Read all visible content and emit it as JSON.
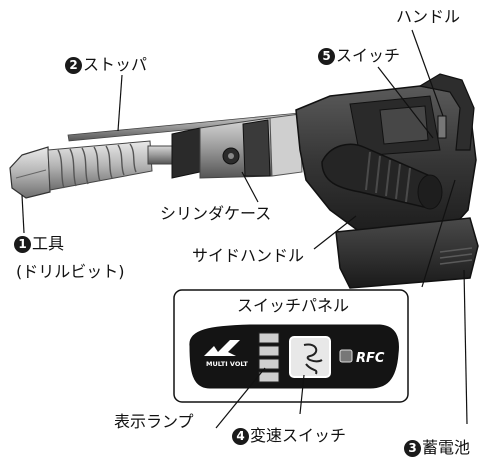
{
  "labels": {
    "handle": "ハンドル",
    "switch": {
      "num": "5",
      "text": "スイッチ"
    },
    "stopper": {
      "num": "2",
      "text": "ストッパ"
    },
    "tool": {
      "num": "1",
      "text": "工具"
    },
    "tool_sub": "(ドリルビット)",
    "cylinder_case": "シリンダケース",
    "side_handle": "サイドハンドル",
    "switch_panel": "スイッチパネル",
    "indicator": "表示ランプ",
    "speed_switch": {
      "num": "4",
      "text": "変速スイッチ"
    },
    "battery": {
      "num": "3",
      "text": "蓄電池"
    }
  },
  "logos": {
    "multivolt": "MULTI VOLT",
    "rfc": "RFC"
  },
  "colors": {
    "tool_body": "#3c3c3c",
    "tool_dark": "#1e1e1e",
    "metal": "#8f8f8f",
    "panel_bg": "#141414",
    "line": "#111111"
  }
}
